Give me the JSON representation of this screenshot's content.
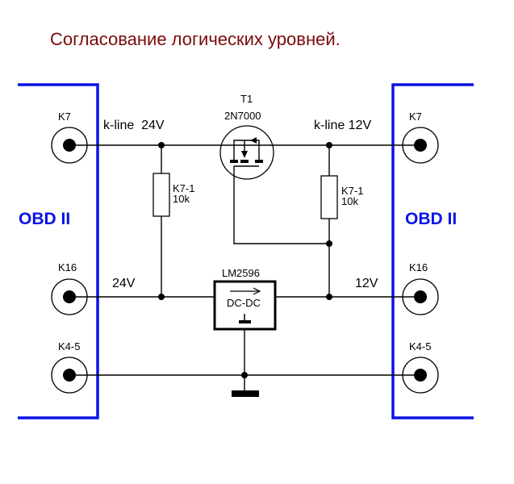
{
  "title": "Согласование логических уровней.",
  "colors": {
    "title": "#7a0a0a",
    "connector_block": "#0a14e6",
    "wire": "#000000"
  },
  "left_block": {
    "label": "OBD II",
    "pins": [
      {
        "name": "K7"
      },
      {
        "name": "K16"
      },
      {
        "name": "K4-5"
      }
    ]
  },
  "right_block": {
    "label": "OBD II",
    "pins": [
      {
        "name": "K7"
      },
      {
        "name": "K16"
      },
      {
        "name": "K4-5"
      }
    ]
  },
  "nets": {
    "kline_left": "k-line  24V",
    "kline_right": "k-line 12V",
    "power_left": "24V",
    "power_right": "12V"
  },
  "components": {
    "transistor": {
      "ref": "T1",
      "part": "2N7000"
    },
    "resistor_left": {
      "ref": "K7-1",
      "value": "10k"
    },
    "resistor_right": {
      "ref": "K7-1",
      "value": "10k"
    },
    "regulator": {
      "part": "LM2596",
      "function": "DC-DC"
    }
  }
}
